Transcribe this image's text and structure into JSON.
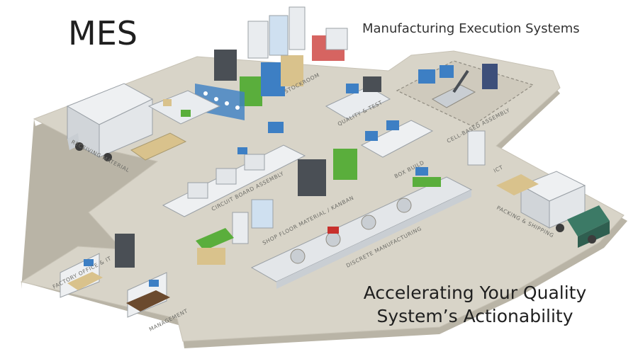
{
  "header": {
    "title": "MES",
    "subtitle": "Manufacturing Execution Systems"
  },
  "tagline": {
    "line1": "Accelerating Your Quality",
    "line2": "System’s Actionability"
  },
  "zones": {
    "receiving": "RECEIVING MATERIAL",
    "stockroom": "STOCKROOM",
    "quality_test": "QUALITY & TEST",
    "cell_assembly": "CELL-BASED ASSEMBLY",
    "circuit_board": "CIRCUIT BOARD ASSEMBLY",
    "shop_floor": "SHOP FLOOR MATERIAL / KANBAN",
    "box_build": "BOX BUILD",
    "discrete": "DISCRETE MANUFACTURING",
    "factory_office": "FACTORY OFFICE & IT",
    "management": "MANAGEMENT",
    "packing": "PACKING & SHIPPING",
    "ict": "ICT"
  },
  "colors": {
    "floor": "#d8d4c8",
    "floor_edge": "#b9b4a6",
    "machine": "#e9ecef",
    "accent_blue": "#3d7fc4",
    "accent_green": "#5aae3c",
    "accent_red": "#c8302c",
    "truck_cab": "#3c7a66"
  }
}
